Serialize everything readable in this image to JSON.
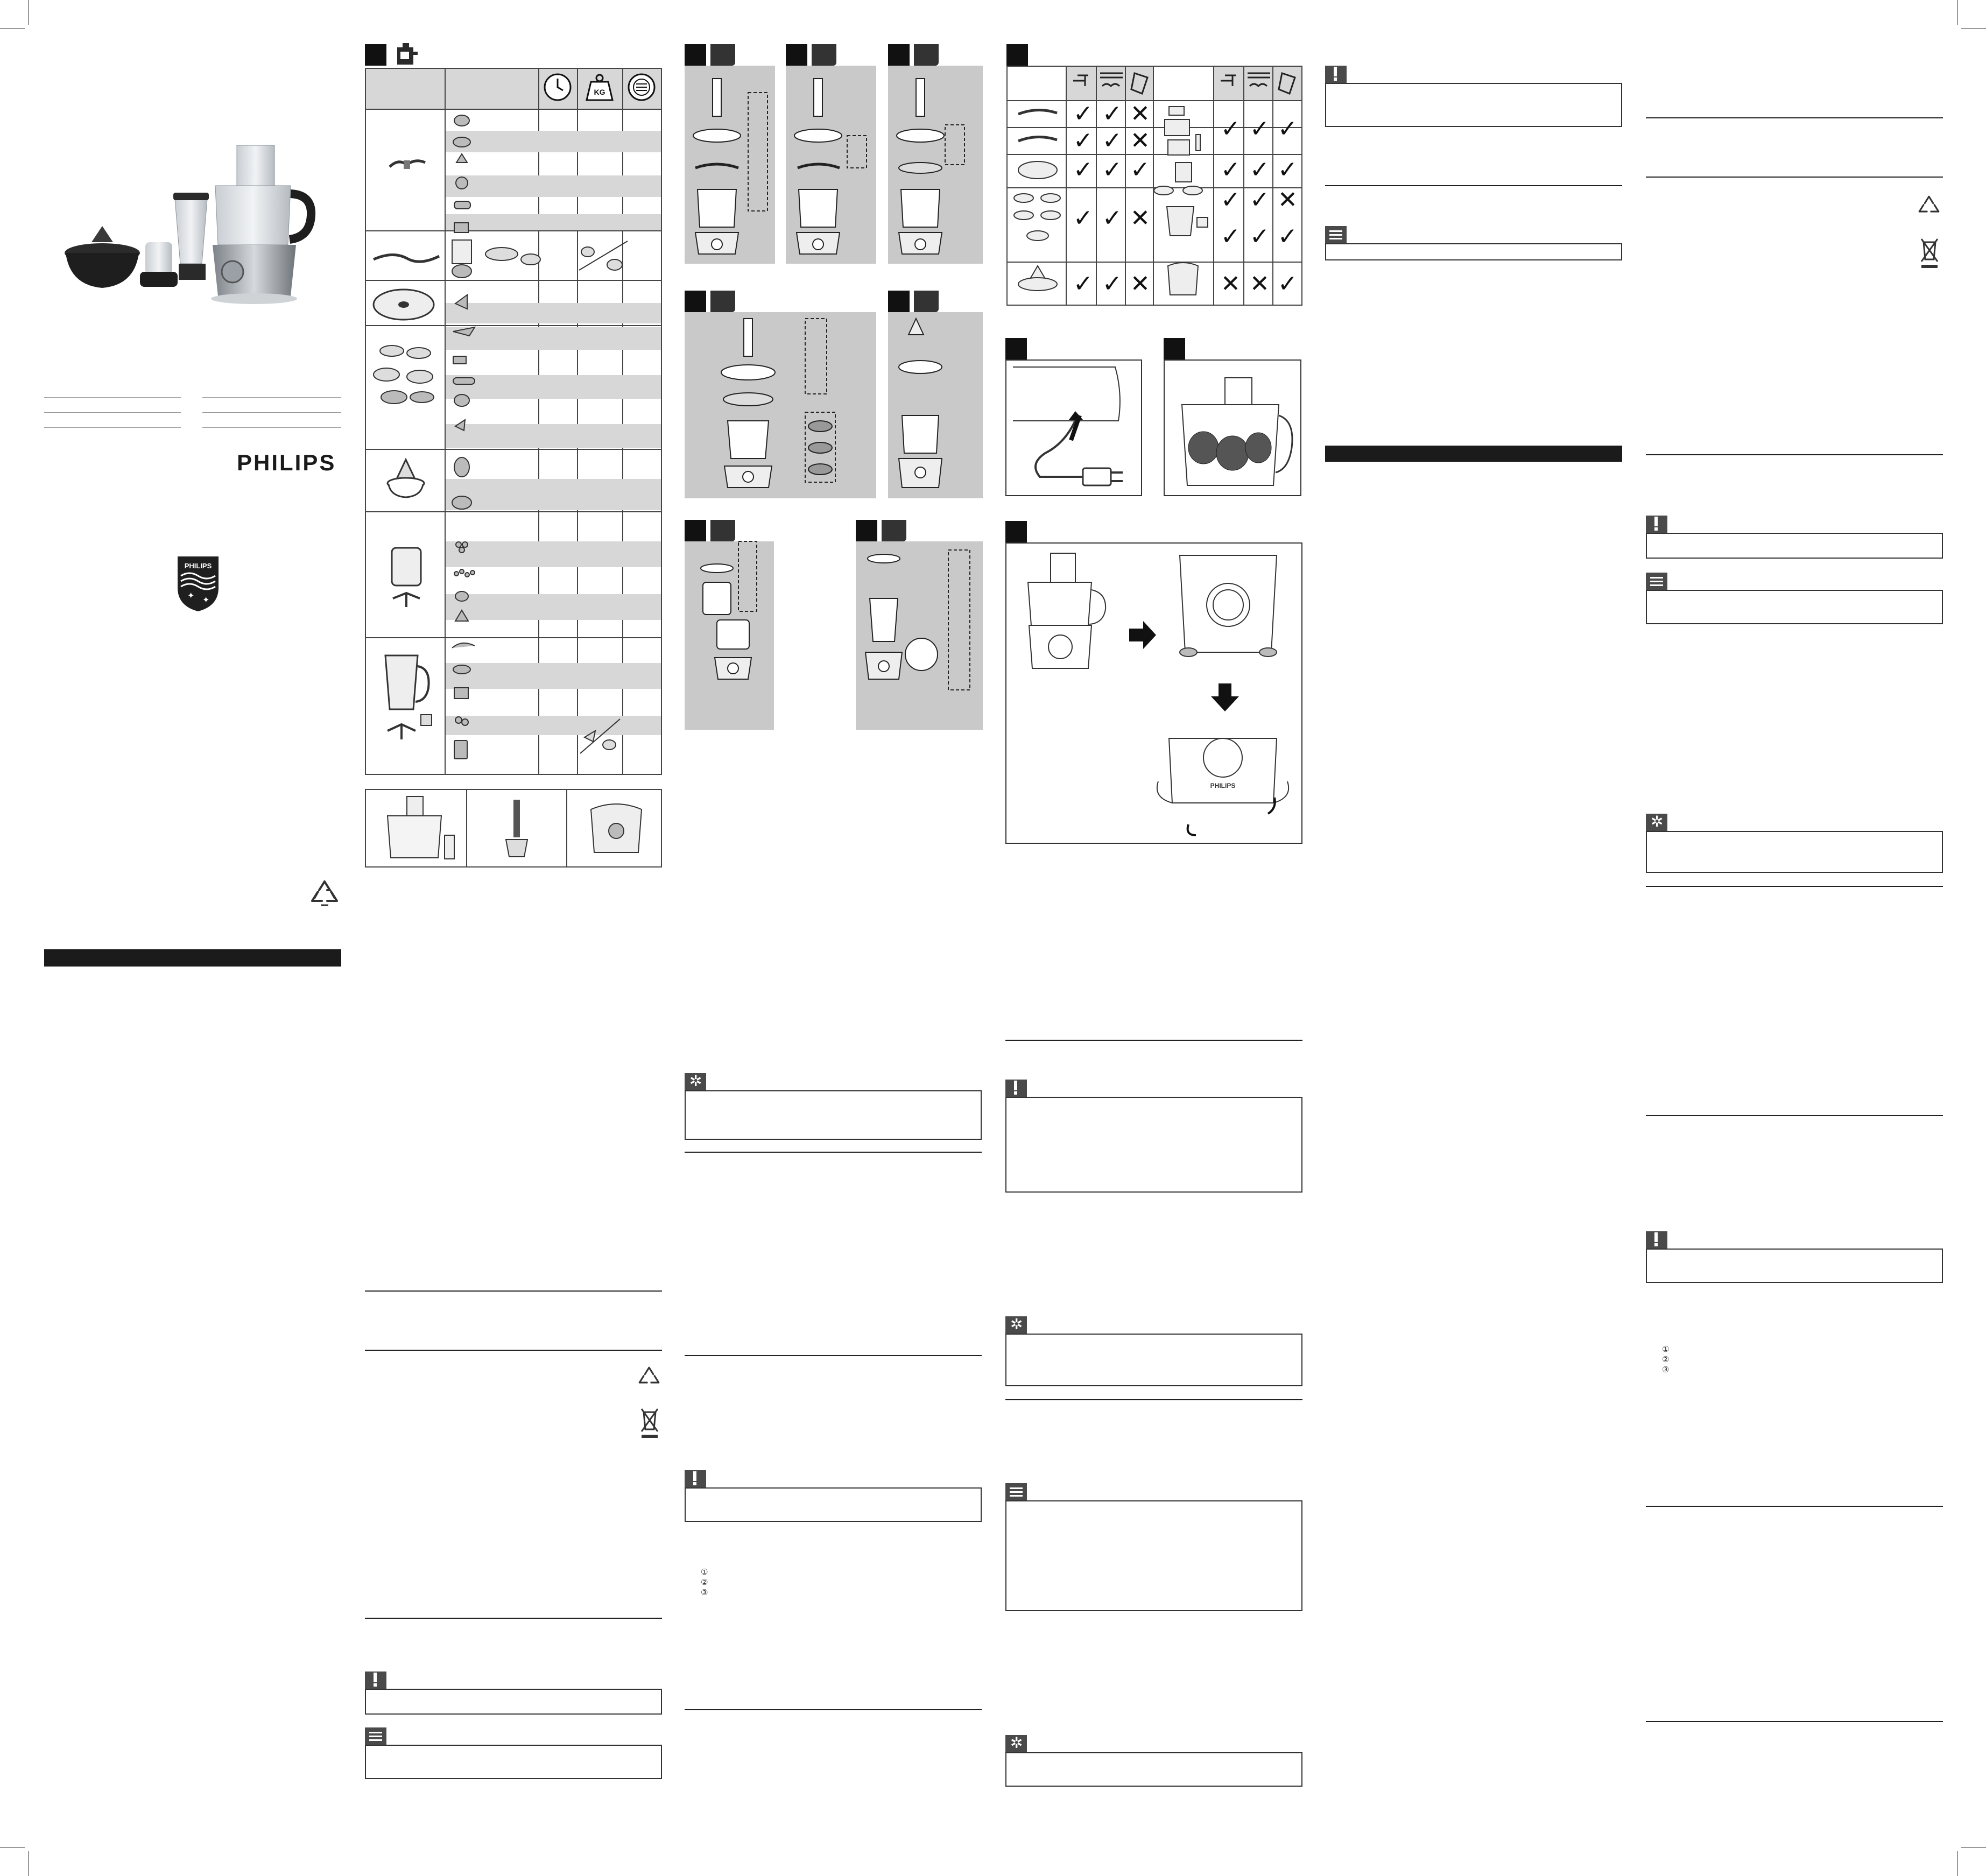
{
  "brand": {
    "wordmark": "PHILIPS",
    "shield_text": "PHILIPS"
  },
  "cover": {
    "product_image": "food-processor-with-accessories",
    "colors": {
      "bar": "#1b1b1b",
      "panel_grey": "#c9c9c9",
      "row_grey": "#d7d7d7"
    }
  },
  "panel_box_table": {
    "header_icons": [
      "timer-icon",
      "weight-kg-icon",
      "speed-icon"
    ],
    "kg_label": "KG"
  },
  "cleaning_table": {
    "columns_icons": [
      "tap-icon",
      "dishwasher-icon",
      "cloth-icon"
    ],
    "left_marks": [
      [
        "check",
        "check",
        "cross"
      ],
      [
        "check",
        "check",
        "cross"
      ],
      [
        "check",
        "check",
        "check"
      ],
      [
        "check",
        "check",
        "cross"
      ],
      [
        "check",
        "check",
        "cross"
      ]
    ],
    "right_marks": [
      [
        "check",
        "check",
        "check"
      ],
      [
        "check",
        "check",
        "check"
      ],
      [
        "check",
        "check",
        "cross"
      ],
      [
        "check",
        "check",
        "check"
      ],
      [
        "cross",
        "cross",
        "check"
      ]
    ],
    "check_glyph": "✓",
    "cross_glyph": "✕"
  },
  "step_numbers": [
    "①",
    "②",
    "③"
  ],
  "feet_panel": {
    "wordmark": "PHILIPS"
  },
  "icons": {
    "warning": "exclamation-icon",
    "note": "note-lines-icon",
    "tip": "asterisk-icon",
    "recycle": "recycle-icon",
    "weee": "crossed-bin-icon"
  }
}
